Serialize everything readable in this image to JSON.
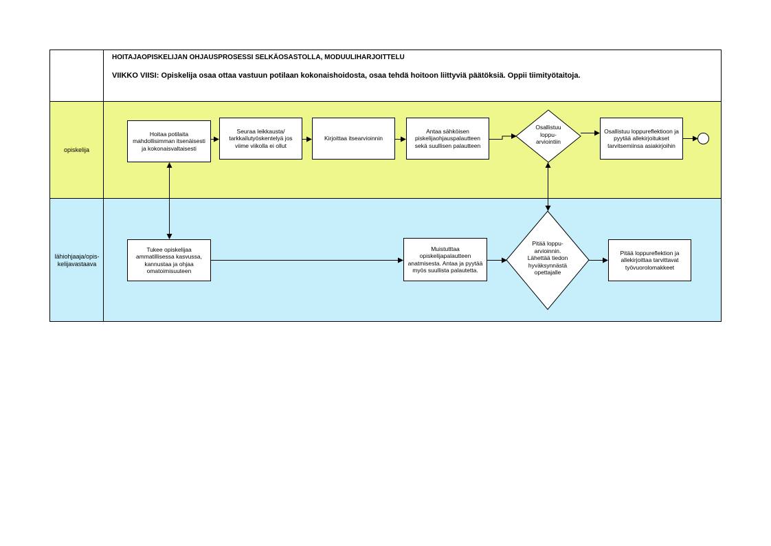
{
  "header": {
    "title": "HOITAJAOPISKELIJAN OHJAUSPROSESSI SELKÄOSASTOLLA, MODUULIHARJOITTELU",
    "subtitle": "VIIKKO VIISI: Opiskelija osaa ottaa vastuun potilaan kokonaishoidosta, osaa tehdä hoitoon liittyviä päätöksiä. Oppii tiimityötaitoja."
  },
  "lanes": [
    {
      "label": "opiskelija",
      "color": "#edf78b"
    },
    {
      "label": "lähiohjaaja/opis-kelijavastaava",
      "color": "#c7eefb"
    }
  ],
  "nodes": {
    "student_task_1": "Hoitaa potilaita mahdollisimman itsenäisesti ja kokonaisvaltaisesti",
    "student_task_2": "Seuraa leikkausta/ tarkkailutyöskentelyä jos viime viikolla ei ollut",
    "student_task_3": "Kirjoittaa itsearvioinnin",
    "student_task_4": "Antaa sähköisen piskelijaohjauspalautteen sekä suullisen palautteen",
    "student_decision": "Osallistuu loppu-arviointiin",
    "student_task_5": "Osallistuu loppureflektioon ja pyytää allekirjoitukset tarvitsemiinsa asiakirjoihin",
    "mentor_task_1": "Tukee opiskelijaa ammatillisessa kasvussa, kannustaa ja ohjaa omatoimisuuteen",
    "mentor_task_2": "Muistutttaa opiskelijapalautteen anatmisesta. Antaa ja pyytää myös suullista palautetta.",
    "mentor_decision": "Pitää loppu-arvioinnin. Lähettää tiedon hyväksynnästä opettajalle",
    "mentor_task_3": "Pitää loppureflektion ja allekirjoittaa tarvittavat työvuorolomakkeet"
  }
}
